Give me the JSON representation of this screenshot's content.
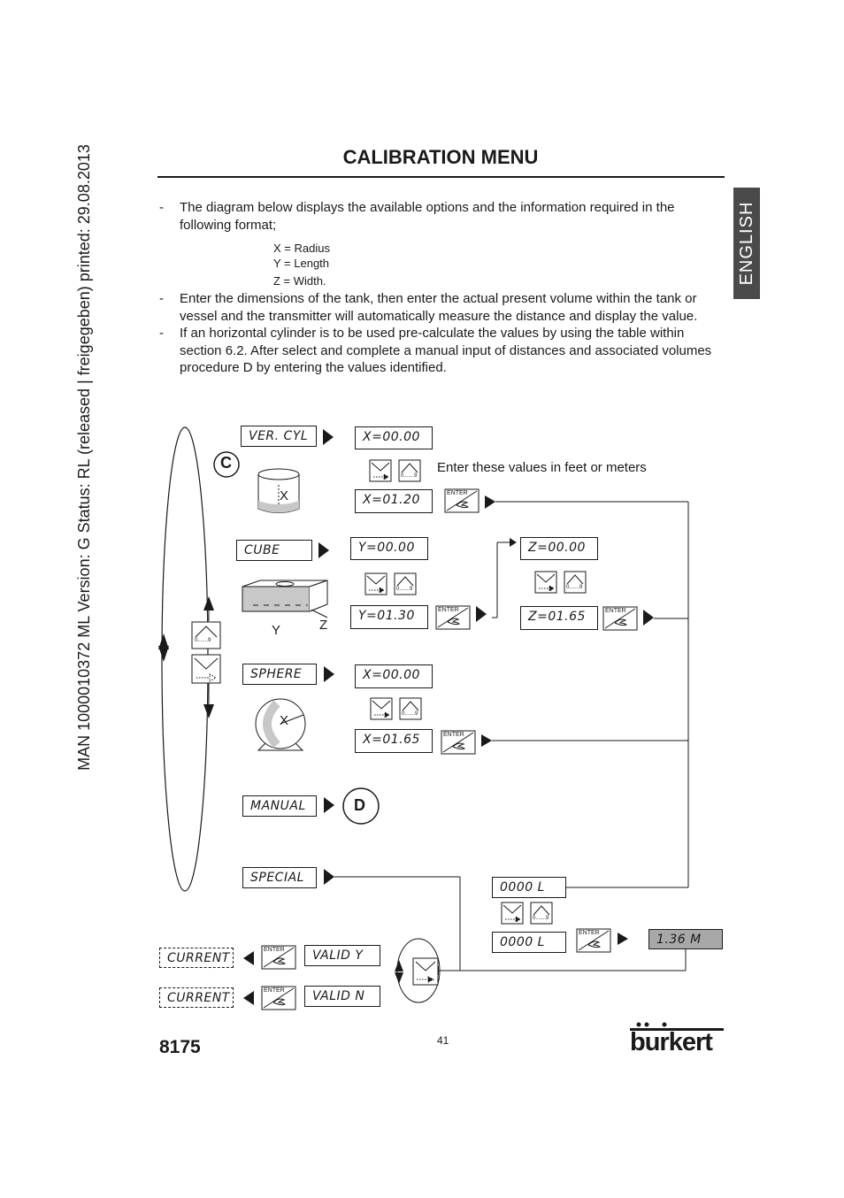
{
  "side_note": "MAN  1000010372  ML  Version: G  Status: RL (released | freigegeben)  printed: 29.08.2013",
  "title": "CALIBRATION MENU",
  "language_tab": "ENGLISH",
  "paragraphs": [
    {
      "dash": "-",
      "text": "The diagram below displays the available options and the information required in the following format;"
    },
    {
      "dash": "-",
      "text": "Enter the dimensions of the tank, then enter the actual present volume within the tank or vessel and the transmitter will automatically measure the distance and display the value."
    },
    {
      "dash": "-",
      "text": "If an horizontal cylinder is to be used pre-calculate the values by using the table within section 6.2.  After select and complete a manual input of  distances and associated volumes procedure D by entering the values identified."
    }
  ],
  "legend": [
    "X  =  Radius",
    "Y  =  Length",
    "Z  =  Width."
  ],
  "diagram": {
    "note": "Enter these values in feet or meters",
    "label_c": "C",
    "label_d": "D",
    "axis_x": "X",
    "axis_y": "Y",
    "axis_z": "Z",
    "enter_label": "ENTER",
    "digits_label": "0.......9",
    "menus": {
      "ver_cyl": "VER. CYL",
      "cube": "CUBE",
      "sphere": "SPHERE",
      "manual": "MANUAL",
      "special": "SPECIAL"
    },
    "displays": {
      "ver_x0": "X=00.00",
      "ver_x1": "X=01.20",
      "cube_y0": "Y=00.00",
      "cube_y1": "Y=01.30",
      "cube_z0": "Z=00.00",
      "cube_z1": "Z=01.65",
      "sph_x0": "X=00.00",
      "sph_x1": "X=01.65",
      "vol0": "0000 L",
      "vol1": "0000 L",
      "result": "1.36 M",
      "valid_y": "VALID Y",
      "valid_n": "VALID N",
      "current1": "CURRENT",
      "current2": "CURRENT"
    }
  },
  "footer": {
    "model": "8175",
    "page": "41",
    "brand": "burkert"
  }
}
